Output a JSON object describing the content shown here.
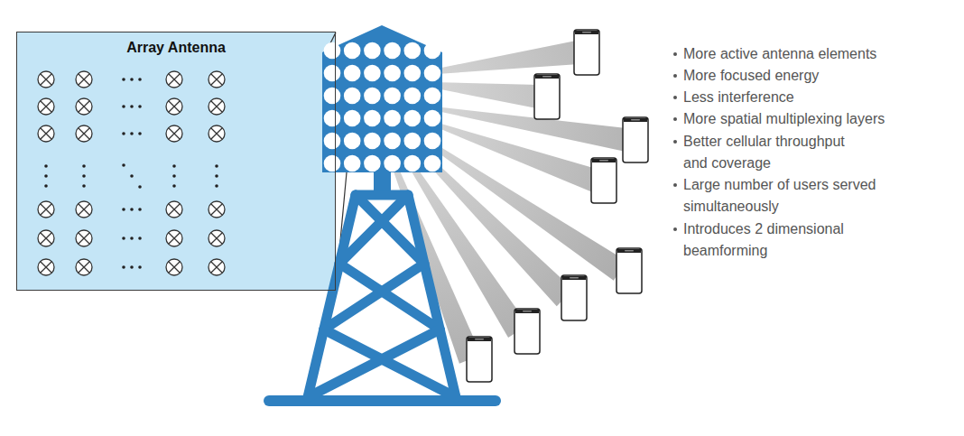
{
  "diagram": {
    "nodes": [
      {
        "text": [
          "Array Antenna"
        ]
      }
    ],
    "labels": [
      "More active antenna elements",
      "More focused energy",
      "Less interference",
      "More spatial multiplexing layers",
      "Better cellular throughput and coverage",
      "Large number of users served simultaneously",
      "Introduces 2 dimensional beamforming"
    ]
  }
}
